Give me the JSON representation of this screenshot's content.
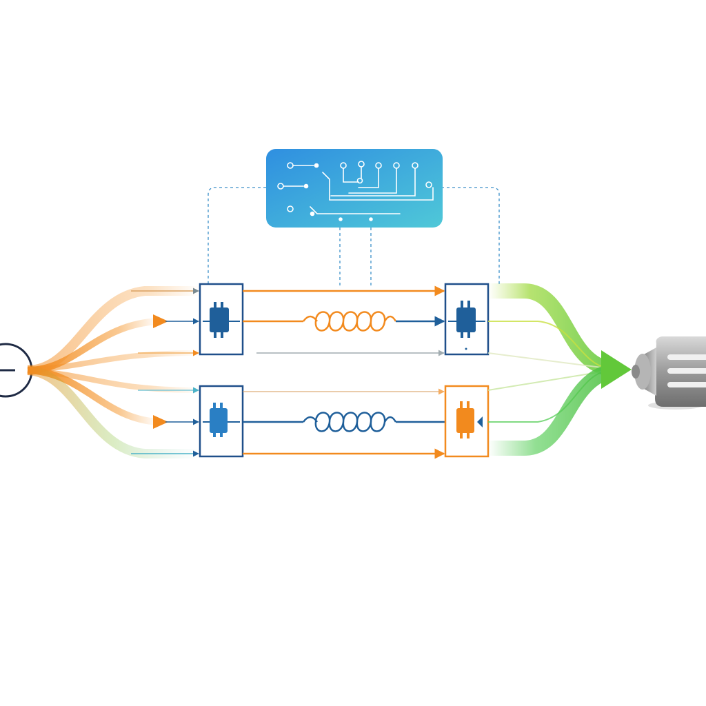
{
  "diagram": {
    "type": "power-flow-schematic",
    "source": {
      "icon": "source-terminal-icon"
    },
    "controller": {
      "icon": "circuit-board-icon"
    },
    "paths": [
      {
        "id": "upper",
        "color": "#f28a1e",
        "input_module": {
          "icon": "semiconductor-switch-icon",
          "border": "#1f4f8a"
        },
        "inductor_color": "#f28a1e",
        "output_module": {
          "icon": "semiconductor-switch-icon",
          "border": "#1f4f8a"
        }
      },
      {
        "id": "lower",
        "color": "#1f5f9a",
        "input_module": {
          "icon": "semiconductor-switch-icon",
          "border": "#1f4f8a"
        },
        "inductor_color": "#1f5f9a",
        "output_module": {
          "icon": "semiconductor-switch-icon",
          "border": "#f28a1e"
        }
      }
    ],
    "output": {
      "arrow_color": "#6ccf2e",
      "icon": "electric-motor-icon"
    },
    "colors": {
      "orange": "#f28a1e",
      "blue": "#1f5f9a",
      "teal": "#4cb3c8",
      "green": "#6ccf2e",
      "controller_gradient_start": "#2f8fe0",
      "controller_gradient_end": "#4fc8d8"
    }
  }
}
